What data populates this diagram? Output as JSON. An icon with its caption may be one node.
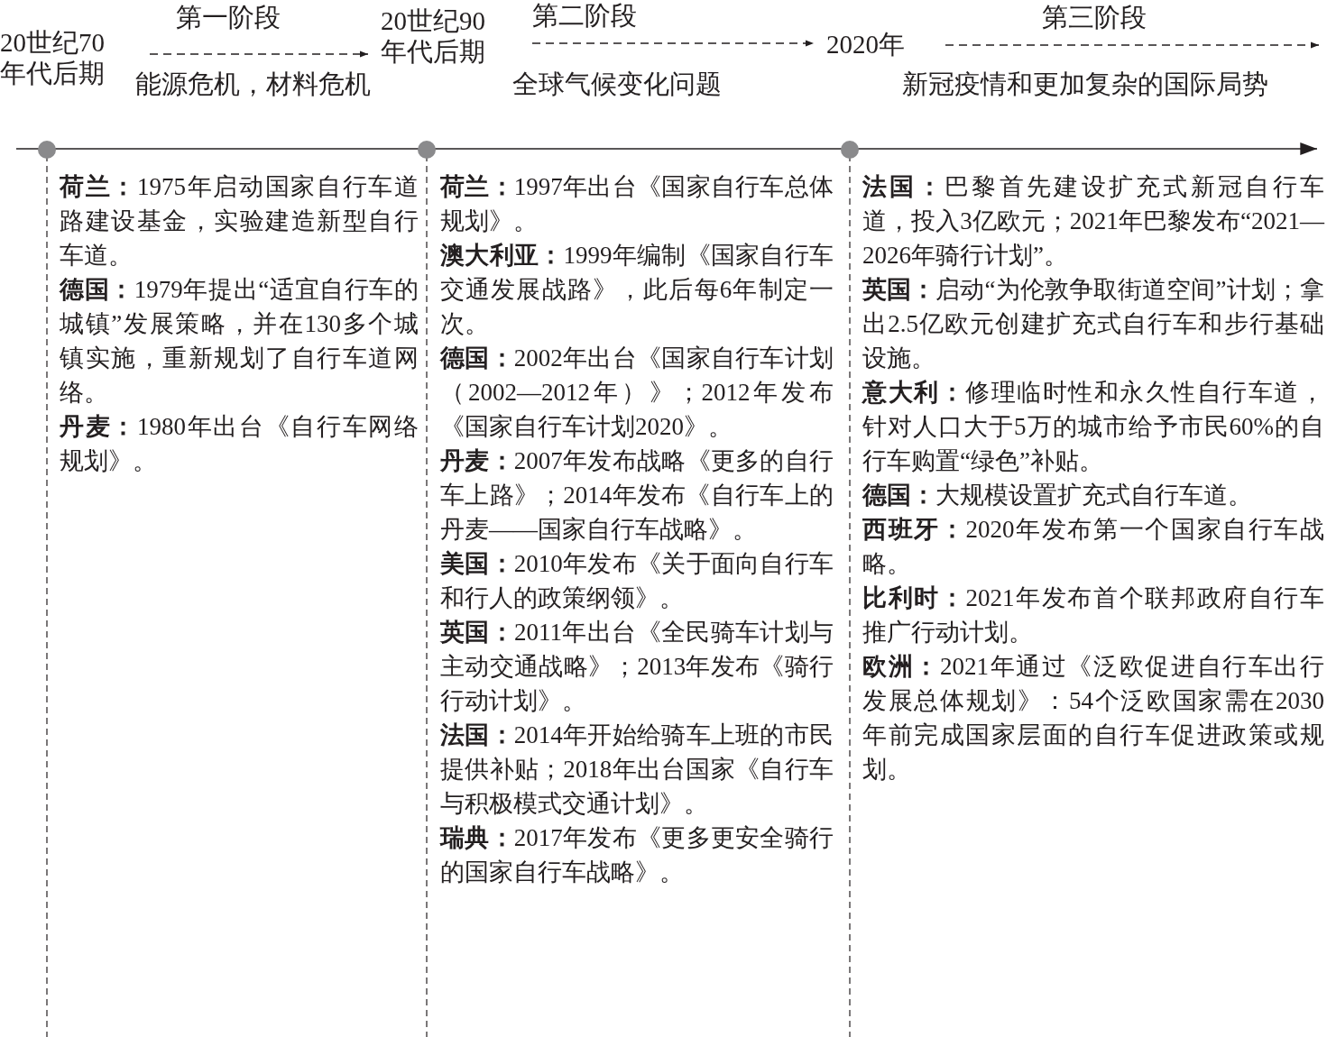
{
  "diagram": {
    "nodes": [
      {
        "text": [
          "20世纪70年代后期"
        ]
      },
      {
        "text": [
          "20世纪90年代后期"
        ]
      },
      {
        "text": [
          "2020年"
        ]
      },
      {
        "text": [
          "**荷兰：**1975年启动国家自行车道路建设基金，实验建造新型自行车道。",
          "**德国：**1979年提出“适宜自行车的城镇”发展策略，并在130多个城镇实施，重新规划了自行车道网络。",
          "**丹麦：**1980年出台《自行车网络规划》。"
        ]
      },
      {
        "text": [
          "**荷兰：**1997年出台《国家自行车总体规划》。",
          "**澳大利亚：**1999年编制《国家自行车交通发展战路》，此后每6年制定一次。",
          "**德国：**2002年出台《国家自行车计划（2002—2012年）》；2012年发布《国家自行车计划2020》。",
          "**丹麦：**2007年发布战略《更多的自行车上路》；2014年发布《自行车上的丹麦——国家自行车战略》。",
          "**美国：**2010年发布《关于面向自行车和行人的政策纲领》。",
          "**英国：**2011年出台《全民骑车计划与主动交通战略》；2013年发布《骑行行动计划》。",
          "**法国：**2014年开始给骑车上班的市民提供补贴；2018年出台国家《自行车与积极模式交通计划》。",
          "**瑞典：**2017年发布《更多更安全骑行的国家自行车战略》。"
        ]
      },
      {
        "text": [
          "**法国：**巴黎首先建设扩充式新冠自行车道，投入3亿欧元；2021年巴黎发布“2021—2026年骑行计划”。",
          "**英国：**启动“为伦敦争取街道空间”计划；拿出2.5亿欧元创建扩充式自行车和步行基础设施。",
          "**意大利：**修理临时性和永久性自行车道，针对人口大于5万的城市给予市民60%的自行车购置“绿色”补贴。",
          "**德国：**大规模设置扩充式自行车道。",
          "**西班牙：**2020年发布第一个国家自行车战略。",
          "**比利时：**2021年发布首个联邦政府自行车推广行动计划。",
          "**欧洲：**2021年通过《泛欧促进自行车出行发展总体规划》：54个泛欧国家需在2030年前完成国家层面的自行车促进政策或规划。"
        ]
      }
    ],
    "edges": [
      {
        "from": 0,
        "to": 1,
        "arrow": "to",
        "style": "dashed",
        "label": "第一阶段"
      },
      {
        "from": 1,
        "to": 2,
        "arrow": "to",
        "style": "dashed",
        "label": "第二阶段"
      },
      {
        "from": 2,
        "to": null,
        "arrow": "to",
        "style": "dashed",
        "label": "第三阶段"
      }
    ],
    "labels": [
      "能源危机，材料危机",
      "全球气候变化问题",
      "新冠疫情和更加复杂的国际局势"
    ]
  }
}
